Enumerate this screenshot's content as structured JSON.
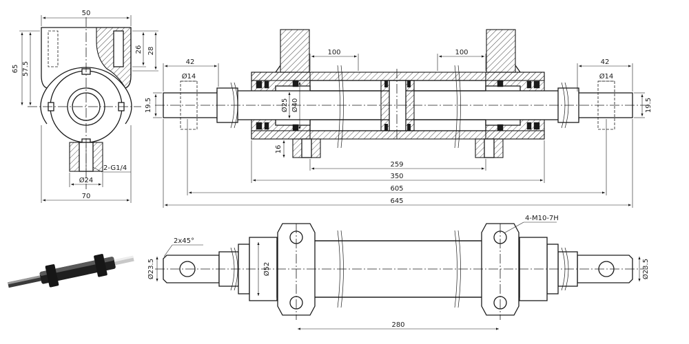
{
  "dimensions": {
    "end_width": "50",
    "port_depth_26": "26",
    "port_depth_28": "28",
    "height_65": "65",
    "height_57_5": "57.5",
    "port_thread": "2-G1/4",
    "port_dia": "Ø24",
    "end_total_width": "70",
    "rod_end_len_left": "42",
    "pin_hole_left": "Ø14",
    "rod_end_th_left": "19.5",
    "rod_dia": "Ø25",
    "bore_dia": "Ø40",
    "port_height": "16",
    "mount_dist_left": "100",
    "mount_dist_right": "100",
    "rod_end_len_right": "42",
    "pin_hole_right": "Ø14",
    "rod_end_th_right": "19.5",
    "len_259": "259",
    "len_350": "350",
    "len_605": "605",
    "len_645": "645",
    "chamfer": "2x45°",
    "rod_end_w_left": "Ø23.5",
    "barrel_dia": "Ø52",
    "mount_holes": "4-M10-7H",
    "rod_end_w_right": "Ø23.5",
    "mount_spacing": "280"
  }
}
